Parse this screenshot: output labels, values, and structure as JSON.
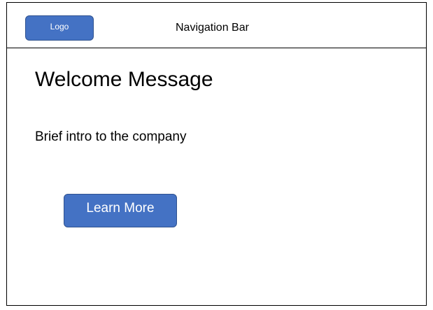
{
  "navbar": {
    "logo_label": "Logo",
    "title": "Navigation Bar"
  },
  "main": {
    "welcome_title": "Welcome Message",
    "intro_text": "Brief intro to the company",
    "cta_label": "Learn More"
  },
  "colors": {
    "button_fill": "#4472c4",
    "button_border": "#2f528f",
    "border": "#000000",
    "background": "#ffffff"
  }
}
